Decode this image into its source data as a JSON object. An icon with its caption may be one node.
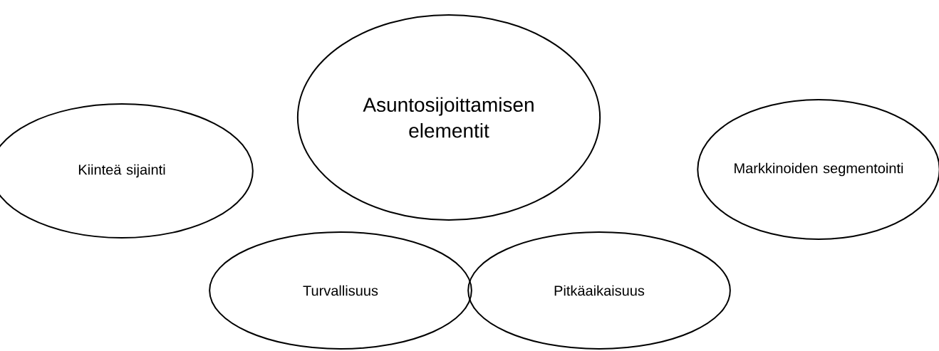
{
  "diagram": {
    "nodes": [
      {
        "text": [
          "Asuntosijoittamisen elementit"
        ]
      },
      {
        "text": [
          "Kiinteä sijainti"
        ]
      },
      {
        "text": [
          "Markkinoiden segmentointi"
        ]
      },
      {
        "text": [
          "Turvallisuus"
        ]
      },
      {
        "text": [
          "Pitkäaikaisuus"
        ]
      }
    ]
  }
}
